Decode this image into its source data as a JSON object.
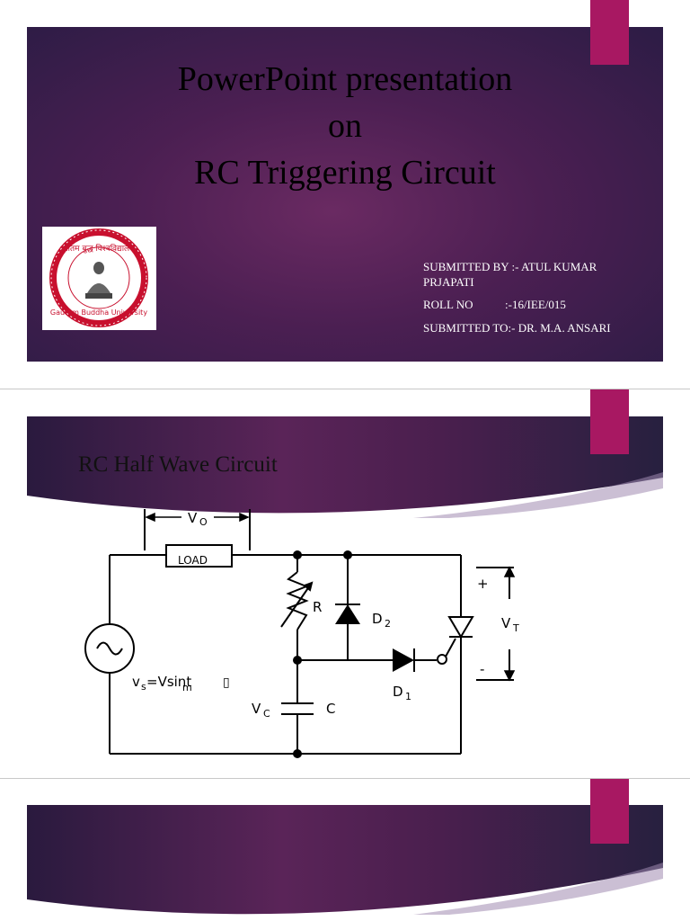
{
  "slide1": {
    "title_line1": "PowerPoint presentation",
    "title_line2": "on",
    "title_line3": "RC Triggering Circuit",
    "submitted_by": "SUBMITTED BY :- ATUL KUMAR",
    "submitted_by_cont": "PRJAPATI",
    "roll_label": "ROLL NO",
    "roll_value": ":-16/IEE/015",
    "submitted_to": "SUBMITTED TO:- DR. M.A. ANSARI",
    "logo_text": "Gautam Buddha University"
  },
  "slide2": {
    "title": "RC Half Wave Circuit",
    "circuit": {
      "vo_label": "V",
      "vo_sub": "O",
      "load_label": "LOAD",
      "r_label": "R",
      "d2_label": "D",
      "d2_sub": "2",
      "d1_label": "D",
      "d1_sub": "1",
      "vt_label": "V",
      "vt_sub": "T",
      "plus": "+",
      "minus": "-",
      "vs_label": "v",
      "vs_eq": "=Vsint",
      "vs_sub_s": "s",
      "vs_sub_m": "m",
      "omega_placeholder": "▯",
      "vc_label": "V",
      "vc_sub": "C",
      "c_label": "C"
    }
  },
  "colors": {
    "accent_tab": "#a81862",
    "slide_bg_center": "#6a2a62",
    "slide_bg_edge": "#2c1c45"
  }
}
